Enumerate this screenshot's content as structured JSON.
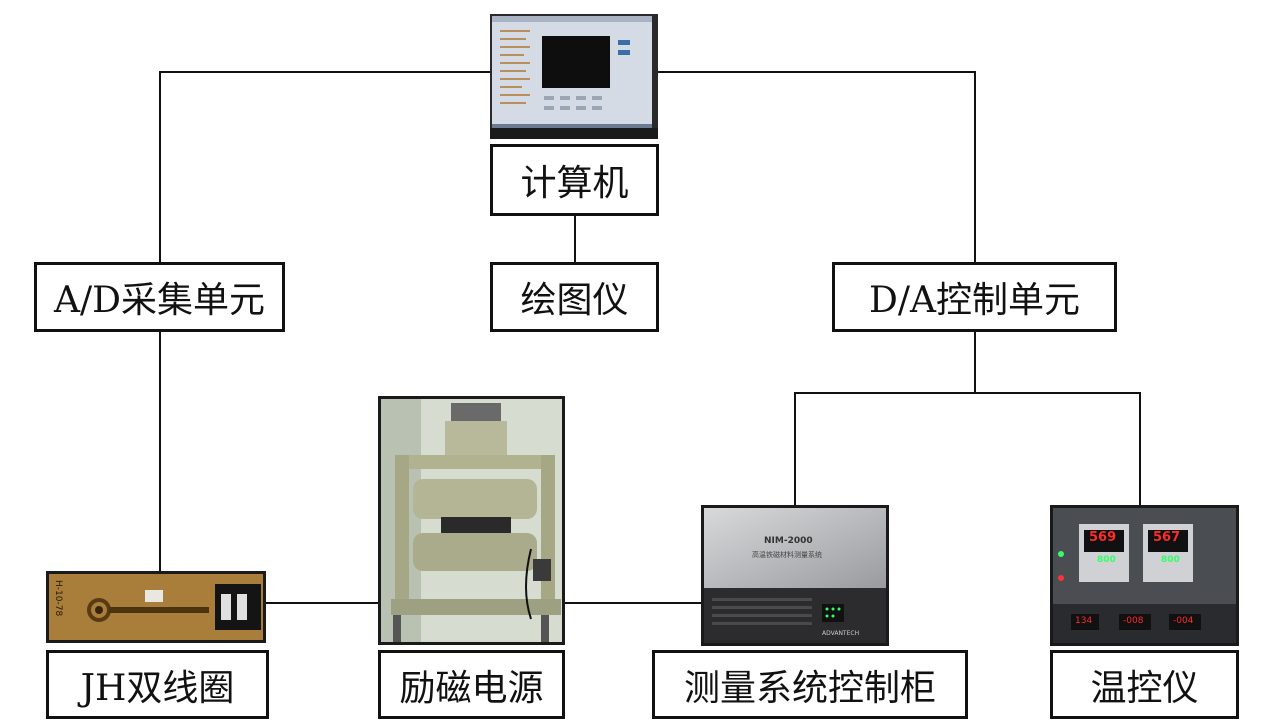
{
  "nodes": {
    "computer": "计算机",
    "ad_unit": "A/D采集单元",
    "plotter": "绘图仪",
    "da_unit": "D/A控制单元",
    "coil": "JH双线圈",
    "excitation": "励磁电源",
    "cabinet": "测量系统控制柜",
    "temp": "温控仪"
  },
  "photo_text": {
    "coil_mark": "H-10-78",
    "cabinet_model": "NIM-2000",
    "cabinet_subtitle": "高温铁磁材料测量系统",
    "cabinet_brand": "ADVANTECH",
    "temp_pv1": "569",
    "temp_sv1": "800",
    "temp_pv2": "567",
    "temp_sv2": "800",
    "meter1": "134",
    "meter2": "-008",
    "meter3": "-004"
  },
  "colors": {
    "line": "#111111",
    "led_red": "#ff2a2a",
    "led_green": "#33ff66"
  }
}
